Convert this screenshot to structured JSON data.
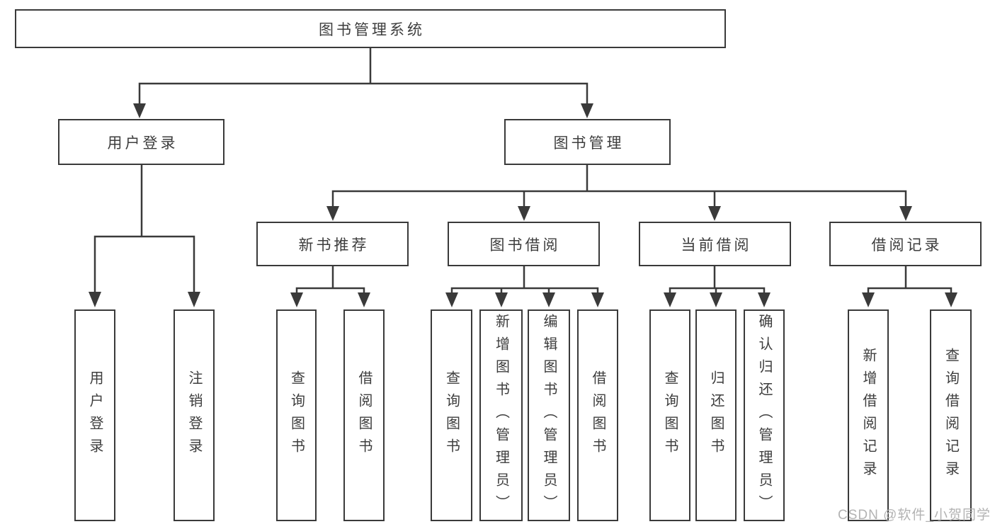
{
  "diagram_title": "图书管理系统",
  "tree": {
    "label": "图书管理系统",
    "children": [
      {
        "label": "用户登录",
        "children": [
          {
            "label": "用户登录"
          },
          {
            "label": "注销登录"
          }
        ]
      },
      {
        "label": "图书管理",
        "children": [
          {
            "label": "新书推荐",
            "children": [
              {
                "label": "查询图书"
              },
              {
                "label": "借阅图书"
              }
            ]
          },
          {
            "label": "图书借阅",
            "children": [
              {
                "label": "查询图书"
              },
              {
                "label": "新增图书（管理员）"
              },
              {
                "label": "编辑图书（管理员）"
              },
              {
                "label": "借阅图书"
              }
            ]
          },
          {
            "label": "当前借阅",
            "children": [
              {
                "label": "查询图书"
              },
              {
                "label": "归还图书"
              },
              {
                "label": "确认归还（管理员）"
              }
            ]
          },
          {
            "label": "借阅记录",
            "children": [
              {
                "label": "新增借阅记录"
              },
              {
                "label": "查询借阅记录"
              }
            ]
          }
        ]
      }
    ]
  },
  "watermark": "CSDN @软件_小贺同学",
  "colors": {
    "line": "#3a3a3a",
    "text": "#3d3d3d",
    "watermark": "#b3b3b3",
    "bg": "#ffffff"
  }
}
